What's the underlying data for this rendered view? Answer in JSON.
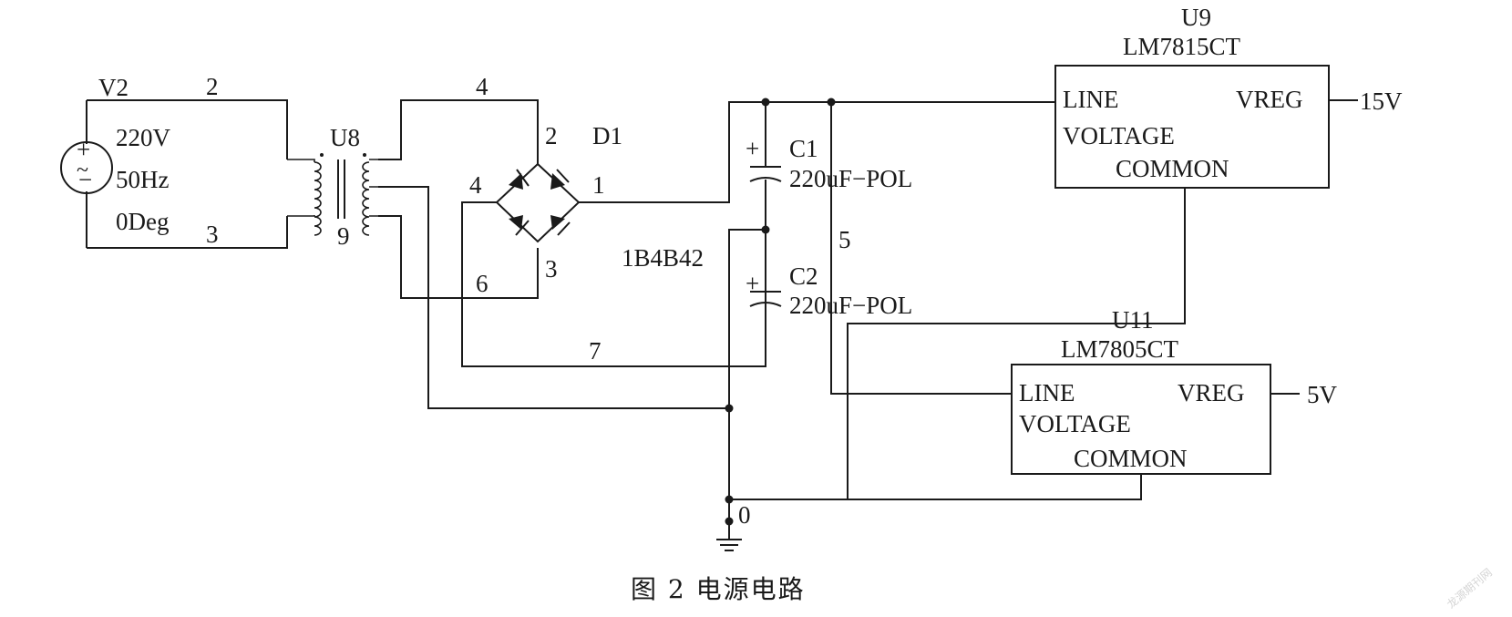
{
  "source": {
    "ref": "V2",
    "voltage": "220V",
    "frequency": "50Hz",
    "phase": "0Deg",
    "plus": "+",
    "minus": "−",
    "symbol": "~"
  },
  "transformer": {
    "ref": "U8",
    "node_label": "9"
  },
  "bridge": {
    "ref": "D1",
    "part": "1B4B42",
    "pin_top": "2",
    "pin_right": "1",
    "pin_left": "4",
    "pin_bottom": "3"
  },
  "capacitors": [
    {
      "ref": "C1",
      "value": "220uF−POL",
      "plus": "+"
    },
    {
      "ref": "C2",
      "value": "220uF−POL",
      "plus": "+"
    }
  ],
  "regulators": [
    {
      "ref": "U9",
      "part": "LM7815CT",
      "pin_line": "LINE",
      "pin_voltage": "VOLTAGE",
      "pin_vreg": "VREG",
      "pin_common": "COMMON",
      "output": "15V"
    },
    {
      "ref": "U11",
      "part": "LM7805CT",
      "pin_line": "LINE",
      "pin_voltage": "VOLTAGE",
      "pin_vreg": "VREG",
      "pin_common": "COMMON",
      "output": "5V"
    }
  ],
  "nets": {
    "n2": "2",
    "n3": "3",
    "n4": "4",
    "n5": "5",
    "n6": "6",
    "n7": "7",
    "n0": "0"
  },
  "caption": "图 2   电源电路",
  "watermark": "龙源期刊网"
}
